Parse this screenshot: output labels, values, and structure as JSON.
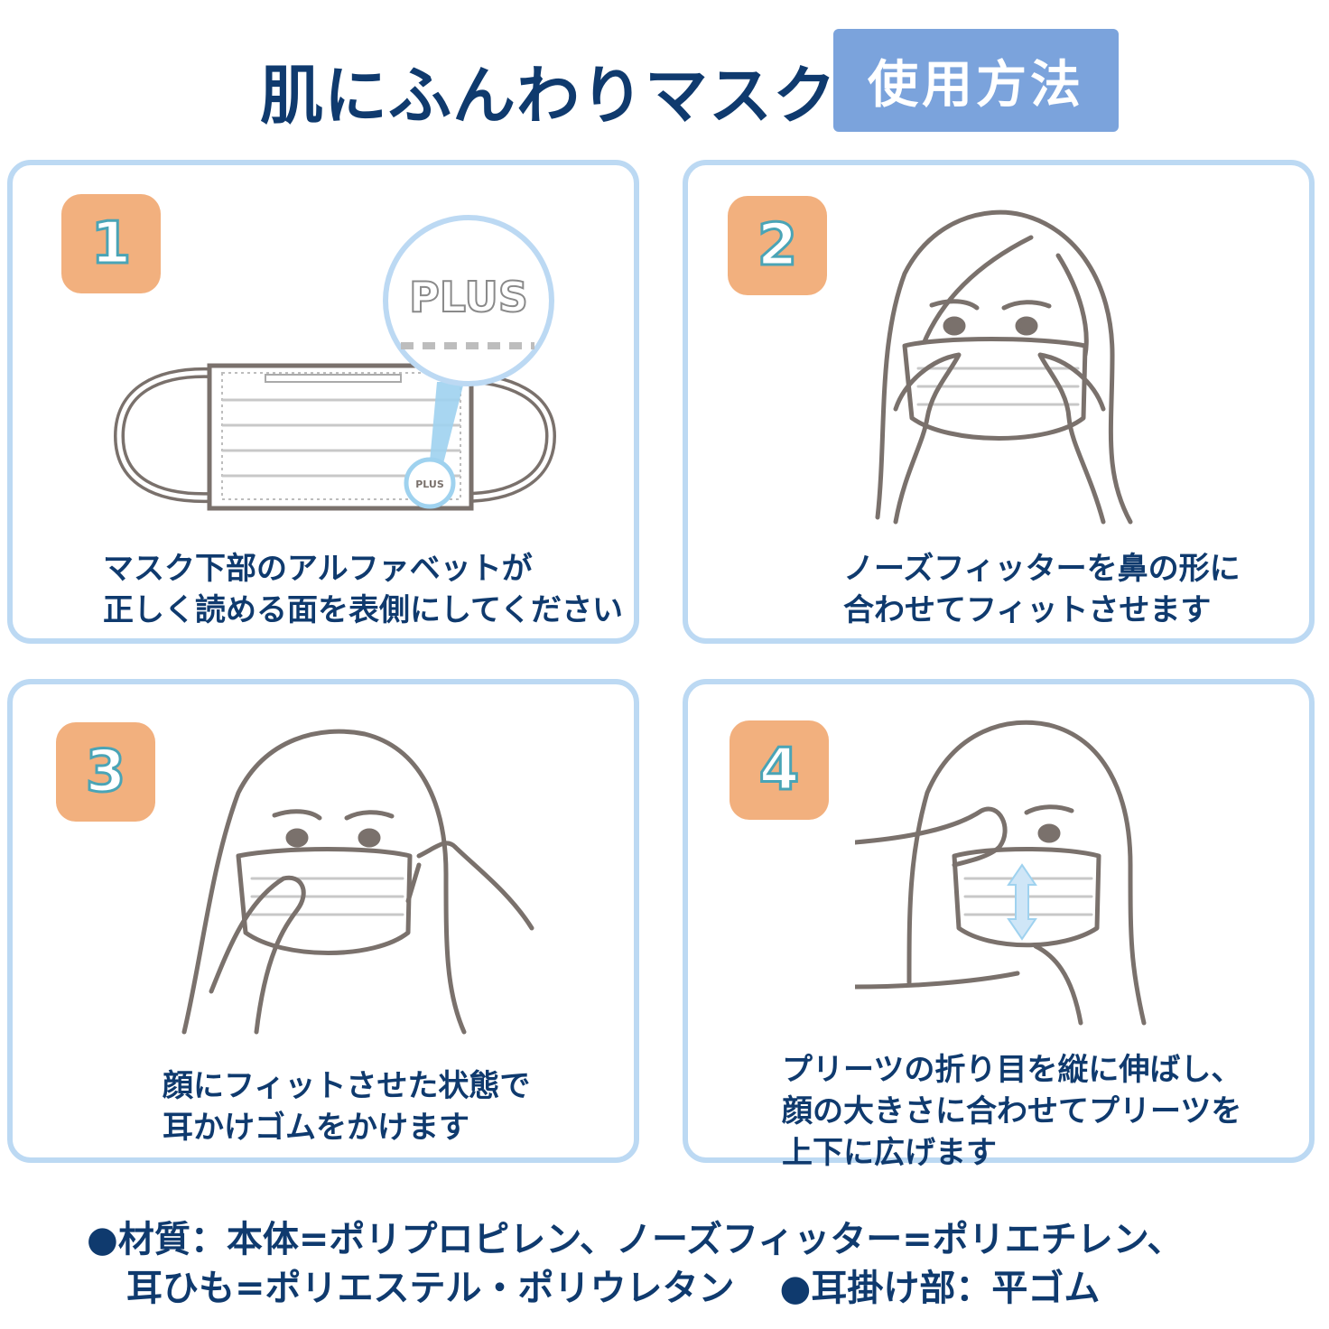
{
  "header": {
    "title": "肌にふんわりマスク",
    "subtitle": "使用方法"
  },
  "steps": [
    {
      "number": "1",
      "caption_lines": [
        "マスク下部のアルファベットが",
        "正しく読める面を表側にしてください"
      ],
      "logo_large": "PLUS",
      "logo_small": "PLUS"
    },
    {
      "number": "2",
      "caption_lines": [
        "ノーズフィッターを鼻の形に",
        "合わせてフィットさせます"
      ]
    },
    {
      "number": "3",
      "caption_lines": [
        "顔にフィットさせた状態で",
        "耳かけゴムをかけます"
      ]
    },
    {
      "number": "4",
      "caption_lines": [
        "プリーツの折り目を縦に伸ばし、",
        "顔の大きさに合わせてプリーツを",
        "上下に広げます"
      ]
    }
  ],
  "footer": {
    "line1": "●材質：本体=ポリプロピレン、ノーズフィッター=ポリエチレン、",
    "line2a": "耳ひも=ポリエステル・ポリウレタン",
    "line2b": "●耳掛け部：平ゴム"
  },
  "colors": {
    "navy": "#0f3a6e",
    "badge_blue": "#7ba3dc",
    "card_border": "#bcd9f3",
    "step_orange": "#f2b07e",
    "step_outline": "#4aa4b6",
    "line_gray": "#7a716c",
    "arrow_blue": "#cfe6f7"
  }
}
